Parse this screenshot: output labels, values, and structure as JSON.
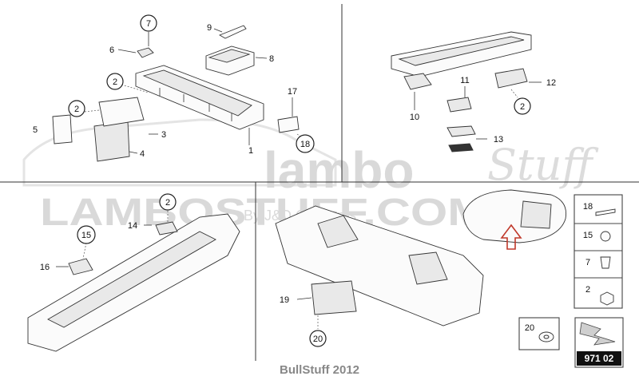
{
  "watermark": {
    "logo_main": "lambo",
    "logo_script": "Stuff",
    "site": "LAMBOSTUFF.COM",
    "byline": "By J&D Concepts"
  },
  "footer": {
    "credit": "BullStuff 2012"
  },
  "callouts": {
    "c1": "1",
    "c2a": "2",
    "c2b": "2",
    "c2c": "2",
    "c2d": "2",
    "c3": "3",
    "c4": "4",
    "c5": "5",
    "c6": "6",
    "c7": "7",
    "c8": "8",
    "c9": "9",
    "c10": "10",
    "c11": "11",
    "c12": "12",
    "c13": "13",
    "c14": "14",
    "c15": "15",
    "c16": "16",
    "c17": "17",
    "c18": "18",
    "c19": "19",
    "c20": "20"
  },
  "legend": {
    "items": [
      {
        "number": "18",
        "icon": "rivet-icon"
      },
      {
        "number": "15",
        "icon": "bolt-icon"
      },
      {
        "number": "7",
        "icon": "clip-icon"
      },
      {
        "number": "2",
        "icon": "nut-icon"
      }
    ],
    "item20": {
      "number": "20",
      "icon": "grommet-icon"
    },
    "badge": {
      "code": "971 02",
      "icon": "arrow-badge-icon"
    }
  },
  "colors": {
    "locator_arrow": "#c0392b",
    "badge_bg": "#111111",
    "watermark": "#d9d9d9"
  }
}
